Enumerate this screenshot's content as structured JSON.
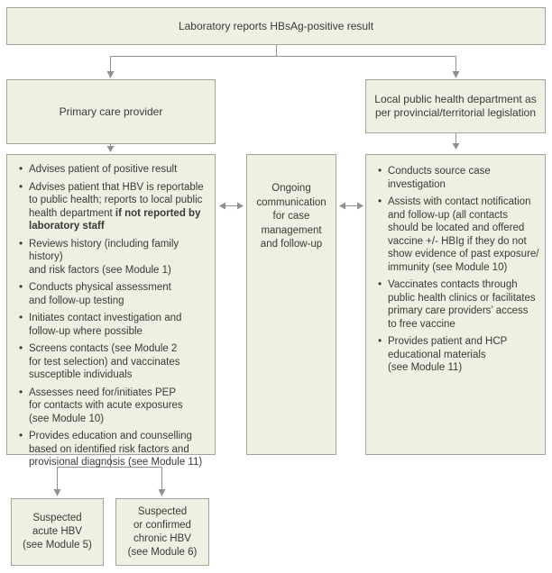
{
  "flowchart": {
    "lab_report_box": {
      "label": "Laboratory reports HBsAg-positive result"
    },
    "primary_care_box": {
      "label": "Primary care provider"
    },
    "public_health_box": {
      "label": "Local public health department as\nper provincial/territorial legislation"
    },
    "ongoing_box": {
      "label": "Ongoing\ncommunication\nfor case\nmanagement\nand follow-up"
    },
    "primary_care_actions": [
      {
        "text": "Advises patient of positive result"
      },
      {
        "pre": "Advises patient that HBV is reportable\nto public health; reports to local public\nhealth department ",
        "bold": "if not reported by\nlaboratory staff"
      },
      {
        "text": "Reviews history (including family history)\nand risk factors (see Module 1)"
      },
      {
        "text": "Conducts physical assessment\nand follow-up testing"
      },
      {
        "text": "Initiates contact investigation and\nfollow-up where possible"
      },
      {
        "text": "Screens contacts (see Module 2\nfor test selection) and vaccinates\nsusceptible individuals"
      },
      {
        "text": "Assesses need for/initiates PEP\nfor contacts with acute exposures\n(see Module 10)"
      },
      {
        "text": "Provides education and counselling\nbased on identified risk factors and\nprovisional diagnosis (see Module 11)"
      }
    ],
    "public_health_actions": [
      {
        "text": "Conducts source case\ninvestigation"
      },
      {
        "text": "Assists with contact notification\nand follow-up (all contacts\nshould be located and offered\nvaccine +/- HBIg if they do not\nshow evidence of past exposure/\nimmunity (see Module 10)"
      },
      {
        "text": "Vaccinates contacts through\npublic health clinics or facilitates\nprimary care providers’ access\nto free vaccine"
      },
      {
        "text": "Provides patient and HCP\neducational materials\n(see Module 11)"
      }
    ],
    "acute_box": {
      "label": "Suspected\nacute HBV\n(see Module 5)"
    },
    "chronic_box": {
      "label": "Suspected\nor confirmed\nchronic HBV\n(see Module 6)"
    }
  },
  "colors": {
    "box_fill": "#eef0e2",
    "box_border": "#a4a39b",
    "connector": "#909090",
    "text": "#3a3a38"
  }
}
